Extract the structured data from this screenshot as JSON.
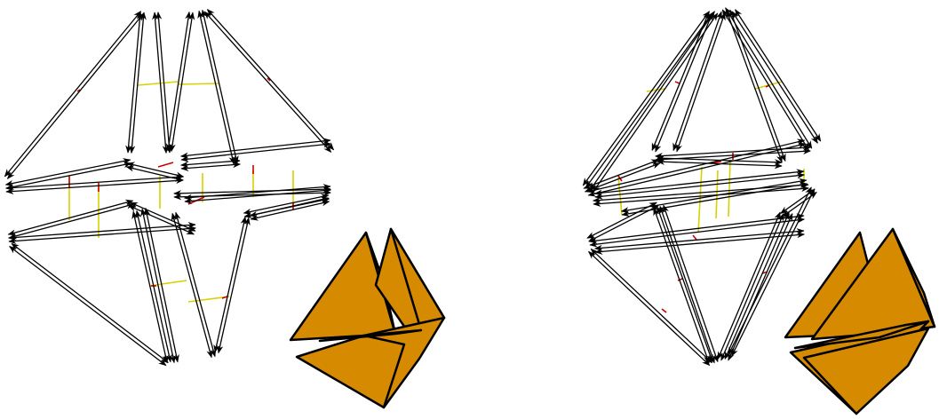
{
  "colors": {
    "background": "#ffffff",
    "arrow": "#000000",
    "hinge_yellow": "#d8d000",
    "hinge_red": "#cc0000",
    "face_fill": "#d68a00",
    "face_stroke": "#000000"
  },
  "panels": [
    {
      "name": "left-panel",
      "variant": "symmetric"
    },
    {
      "name": "right-panel",
      "variant": "twisted"
    }
  ]
}
